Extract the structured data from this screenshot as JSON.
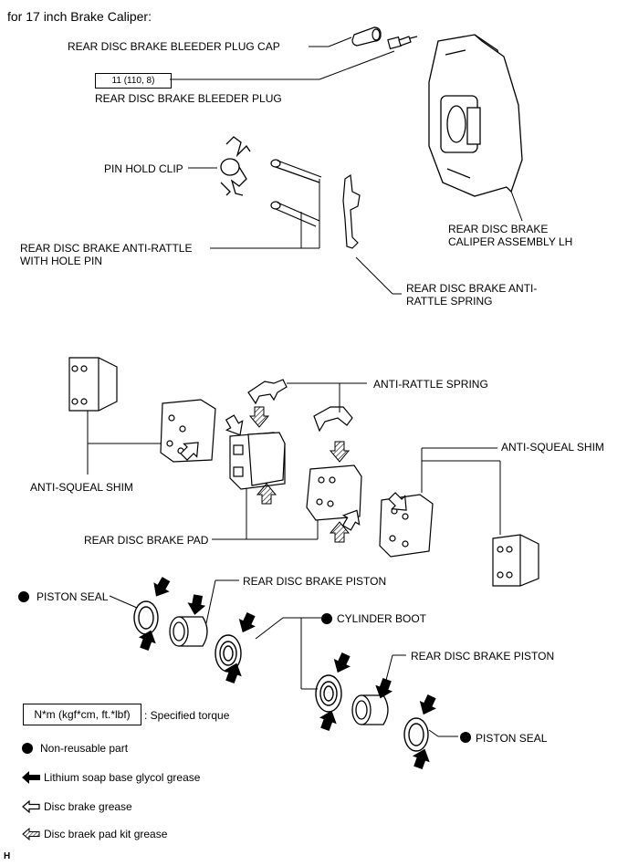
{
  "header": "for 17 inch Brake Caliper:",
  "torque_value": "11 (110, 8)",
  "labels": {
    "bleeder_cap": "REAR DISC BRAKE BLEEDER PLUG CAP",
    "bleeder_plug": "REAR DISC BRAKE BLEEDER PLUG",
    "pin_hold_clip": "PIN HOLD CLIP",
    "anti_rattle_pin_1": "REAR DISC BRAKE ANTI-RATTLE",
    "anti_rattle_pin_2": "WITH HOLE PIN",
    "caliper_1": "REAR DISC BRAKE",
    "caliper_2": "CALIPER ASSEMBLY LH",
    "anti_rattle_spring_1": "REAR DISC BRAKE ANTI-",
    "anti_rattle_spring_2": "RATTLE SPRING",
    "anti_rattle_spring_short": "ANTI-RATTLE SPRING",
    "anti_squeal_shim_right": "ANTI-SQUEAL SHIM",
    "anti_squeal_shim_left": "ANTI-SQUEAL SHIM",
    "brake_pad": "REAR DISC BRAKE PAD",
    "piston_seal_left": "PISTON SEAL",
    "piston_top": "REAR DISC BRAKE PISTON",
    "cylinder_boot": "CYLINDER BOOT",
    "piston_bottom": "REAR DISC BRAKE PISTON",
    "piston_seal_right": "PISTON SEAL",
    "corner_code": "H"
  },
  "legend": {
    "torque_box": "N*m (kgf*cm, ft.*lbf)",
    "torque_desc": ": Specified torque",
    "non_reusable": "Non-reusable part",
    "lithium": "Lithium soap base glycol grease",
    "disc_grease": "Disc brake grease",
    "pad_kit": "Disc braek pad kit grease"
  },
  "icons": {
    "non_reusable": "filled-circle-icon",
    "lithium": "filled-arrow-icon",
    "disc_grease": "outline-arrow-icon",
    "pad_kit": "hatched-arrow-icon"
  }
}
